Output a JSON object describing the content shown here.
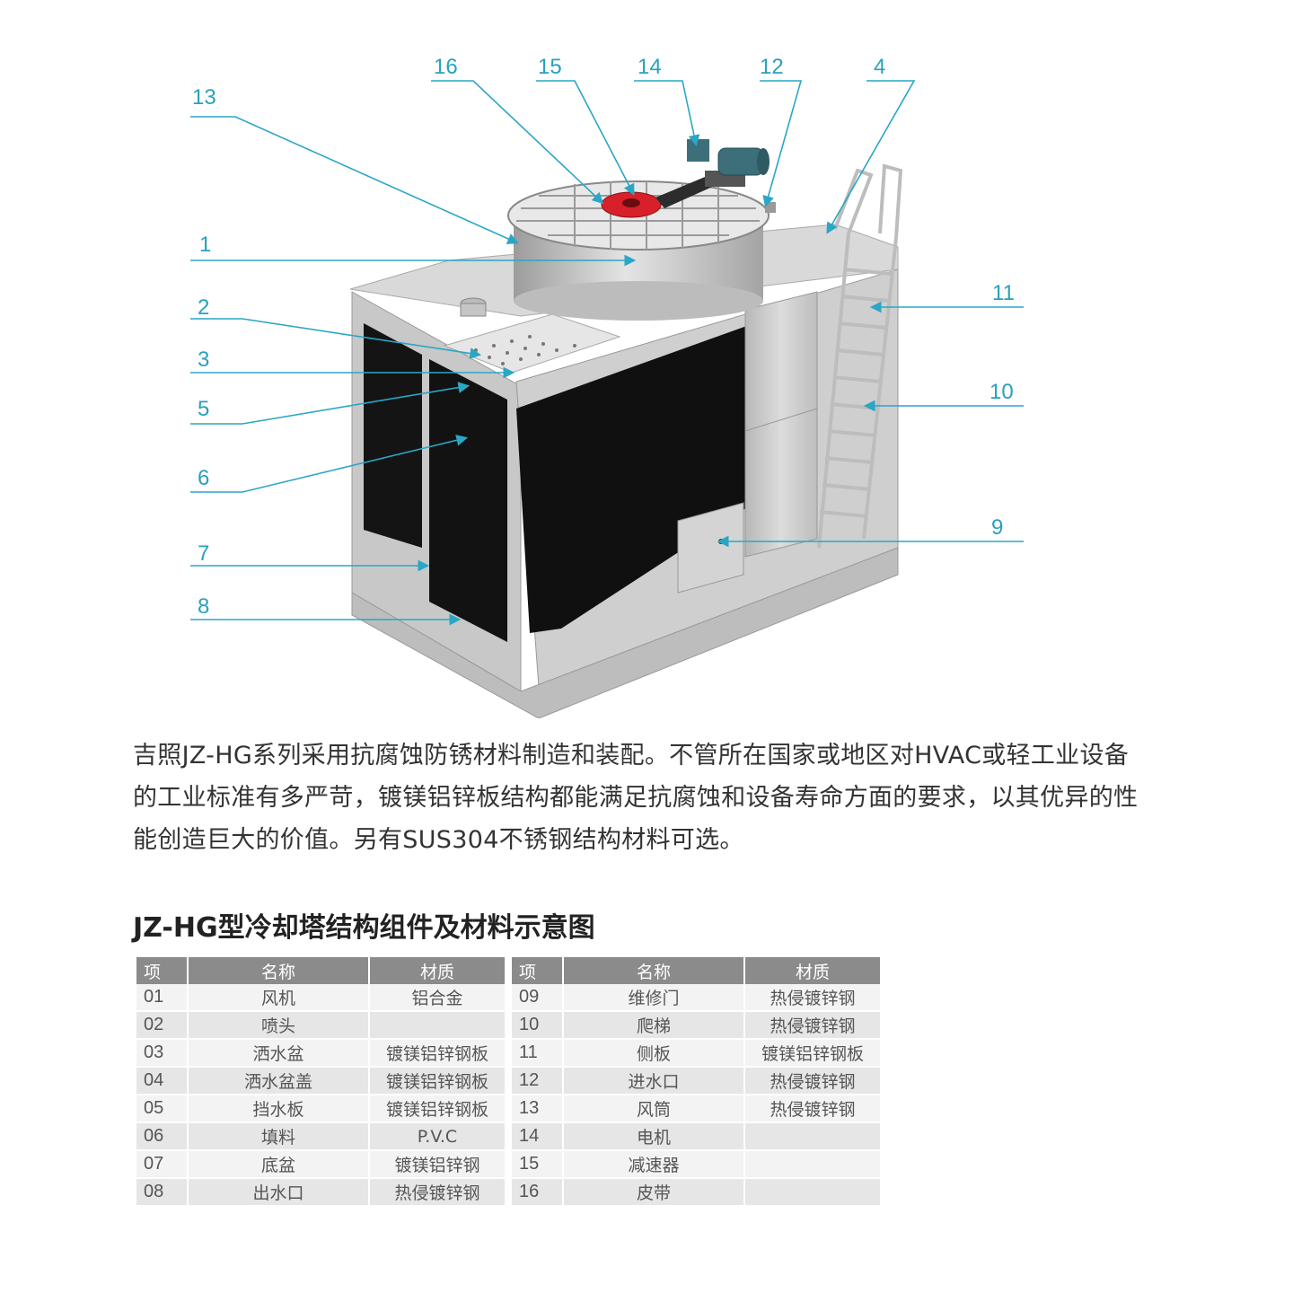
{
  "diagram": {
    "callouts": [
      "1",
      "2",
      "3",
      "4",
      "5",
      "6",
      "7",
      "8",
      "9",
      "10",
      "11",
      "12",
      "13",
      "14",
      "15",
      "16"
    ],
    "colors": {
      "leader": "#2aa6c6",
      "fan": "#d8202a",
      "motor": "#3d6f7a",
      "panel": "#c9c9c9",
      "fill_media": "#121212"
    }
  },
  "intro": {
    "text": "吉照JZ-HG系列采用抗腐蚀防锈材料制造和装配。不管所在国家或地区对HVAC或轻工业设备的工业标准有多严苛，镀镁铝锌板结构都能满足抗腐蚀和设备寿命方面的要求，以其优异的性能创造巨大的价值。另有SUS304不锈钢结构材料可选。"
  },
  "table_title": "JZ-HG型冷却塔结构组件及材料示意图",
  "table": {
    "headers": [
      "项",
      "名称",
      "材质"
    ],
    "left_rows": [
      {
        "no": "01",
        "name": "风机",
        "material": "铝合金"
      },
      {
        "no": "02",
        "name": "喷头",
        "material": ""
      },
      {
        "no": "03",
        "name": "洒水盆",
        "material": "镀镁铝锌钢板"
      },
      {
        "no": "04",
        "name": "洒水盆盖",
        "material": "镀镁铝锌钢板"
      },
      {
        "no": "05",
        "name": "挡水板",
        "material": "镀镁铝锌钢板"
      },
      {
        "no": "06",
        "name": "填料",
        "material": "P.V.C"
      },
      {
        "no": "07",
        "name": "底盆",
        "material": "镀镁铝锌钢"
      },
      {
        "no": "08",
        "name": "出水口",
        "material": "热侵镀锌钢"
      }
    ],
    "right_rows": [
      {
        "no": "09",
        "name": "维修门",
        "material": "热侵镀锌钢"
      },
      {
        "no": "10",
        "name": "爬梯",
        "material": "热侵镀锌钢"
      },
      {
        "no": "11",
        "name": "侧板",
        "material": "镀镁铝锌钢板"
      },
      {
        "no": "12",
        "name": "进水口",
        "material": "热侵镀锌钢"
      },
      {
        "no": "13",
        "name": "风筒",
        "material": "热侵镀锌钢"
      },
      {
        "no": "14",
        "name": "电机",
        "material": ""
      },
      {
        "no": "15",
        "name": "减速器",
        "material": ""
      },
      {
        "no": "16",
        "name": "皮带",
        "material": ""
      }
    ]
  }
}
